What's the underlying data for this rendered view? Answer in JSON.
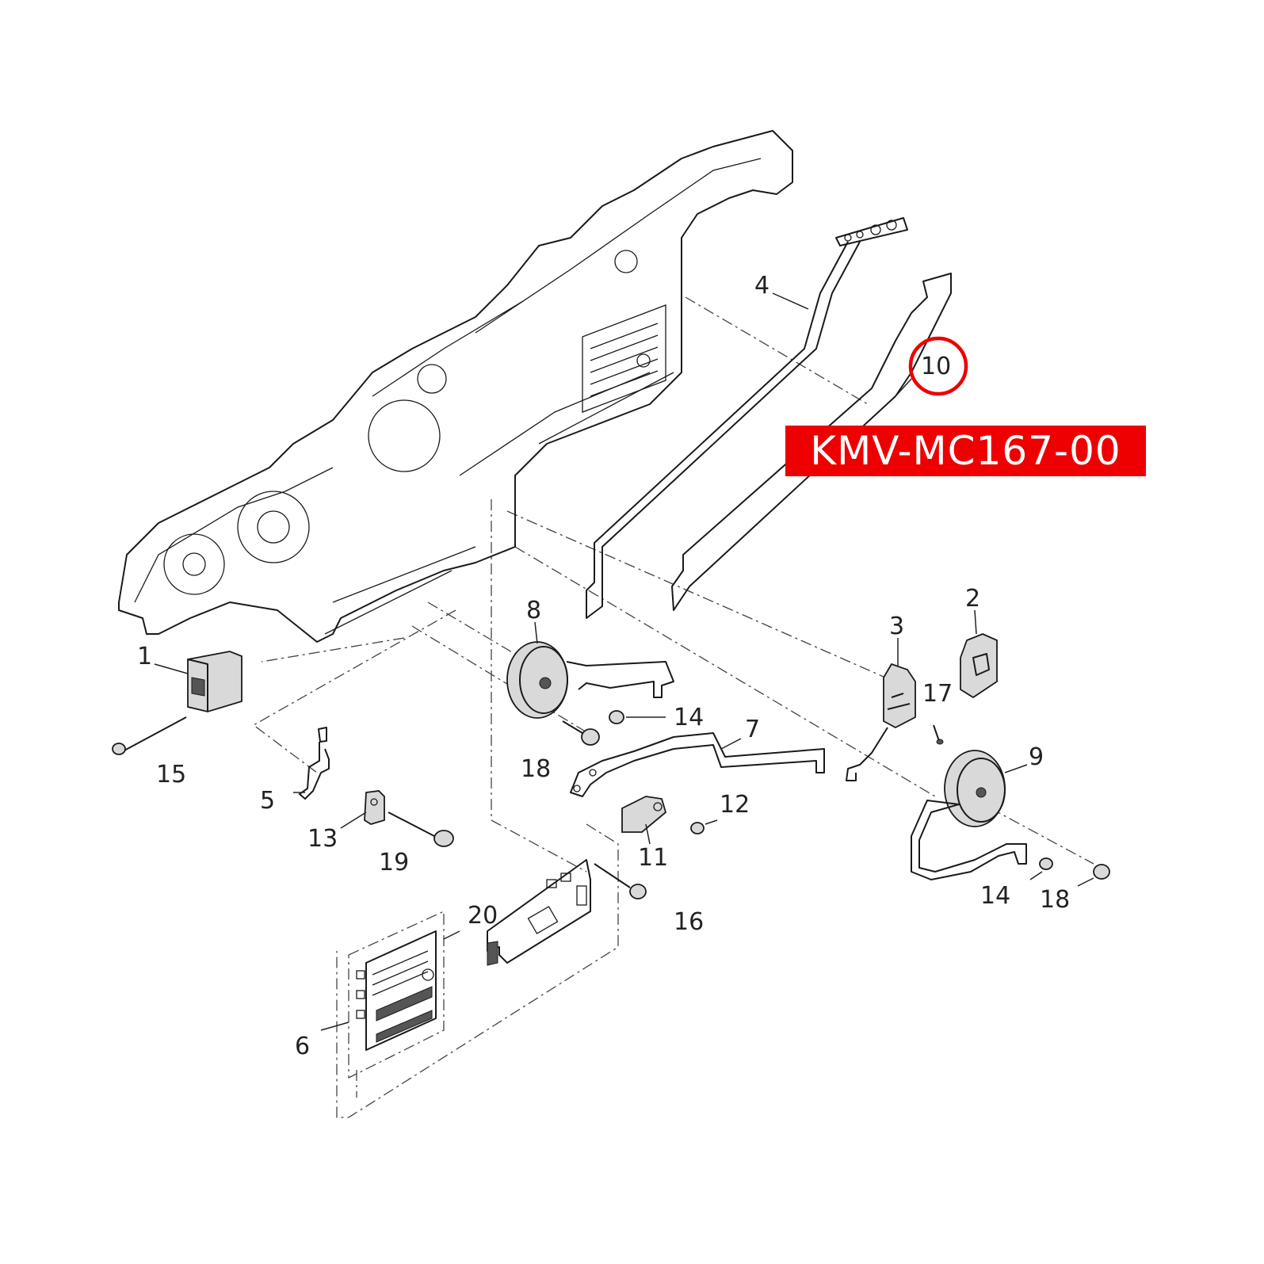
{
  "highlight_color": "#ee0000",
  "part_code": "KMV-MC167-00",
  "highlighted_callout": "10",
  "callouts": {
    "c1": "1",
    "c2": "2",
    "c3": "3",
    "c4": "4",
    "c5": "5",
    "c6": "6",
    "c7": "7",
    "c8": "8",
    "c9": "9",
    "c10": "10",
    "c11": "11",
    "c12": "12",
    "c13": "13",
    "c14a": "14",
    "c14b": "14",
    "c15": "15",
    "c16": "16",
    "c17": "17",
    "c18a": "18",
    "c18b": "18",
    "c19": "19",
    "c20": "20"
  }
}
